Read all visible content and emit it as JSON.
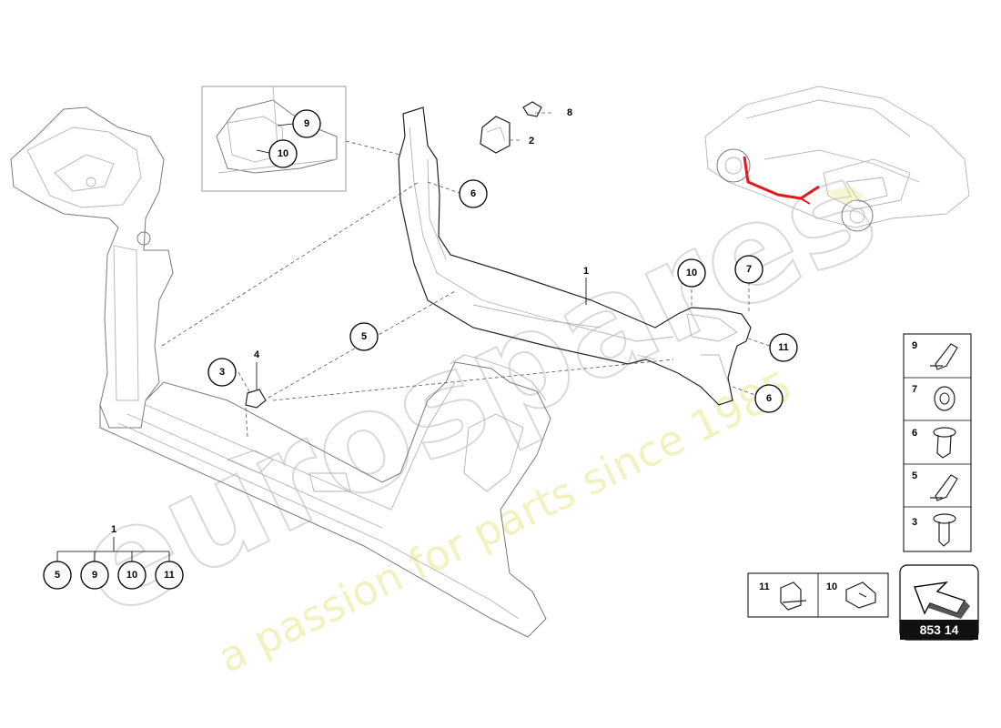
{
  "callouts": {
    "c9_inset": "9",
    "c10_inset": "10",
    "c8": "8",
    "c2": "2",
    "c6_top": "6",
    "c1_main": "1",
    "c10_right": "10",
    "c7": "7",
    "c11_right": "11",
    "c6_bottom": "6",
    "c5_mid": "5",
    "c4": "4",
    "c3": "3",
    "c1_group": "1",
    "g5": "5",
    "g9": "9",
    "g10": "10",
    "g11": "11"
  },
  "legend_side": {
    "items": [
      "9",
      "7",
      "6",
      "5",
      "3"
    ]
  },
  "legend_bottom": {
    "items": [
      "11",
      "10"
    ]
  },
  "page_ref": "853 14",
  "watermark": {
    "brand": "eurospares",
    "tagline": "a passion for parts since 1985"
  }
}
